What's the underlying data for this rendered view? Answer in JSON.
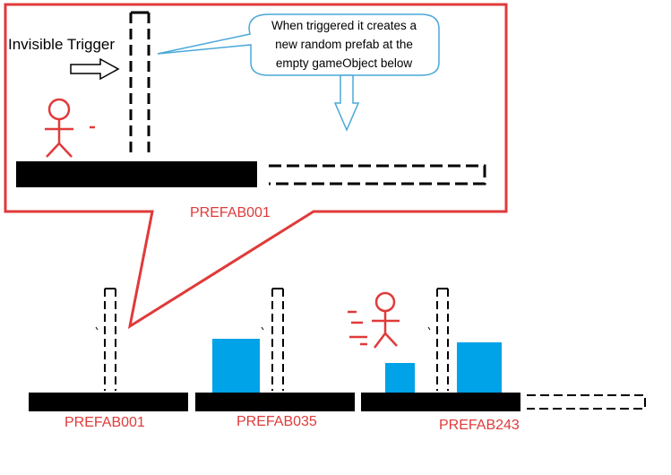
{
  "labels": {
    "invisible_trigger": "Invisible Trigger",
    "callout_line1": "When triggered it creates a",
    "callout_line2": "new random prefab at the",
    "callout_line3": "empty gameObject below",
    "zoom_prefab": "PREFAB001",
    "prefab_1": "PREFAB001",
    "prefab_2": "PREFAB035",
    "prefab_3": "PREFAB243"
  },
  "colors": {
    "callout_border": "#e03a3a",
    "platform": "#000000",
    "block": "#00a2e8",
    "bubble_border": "#4aa8d8",
    "player": "#e03a3a"
  }
}
